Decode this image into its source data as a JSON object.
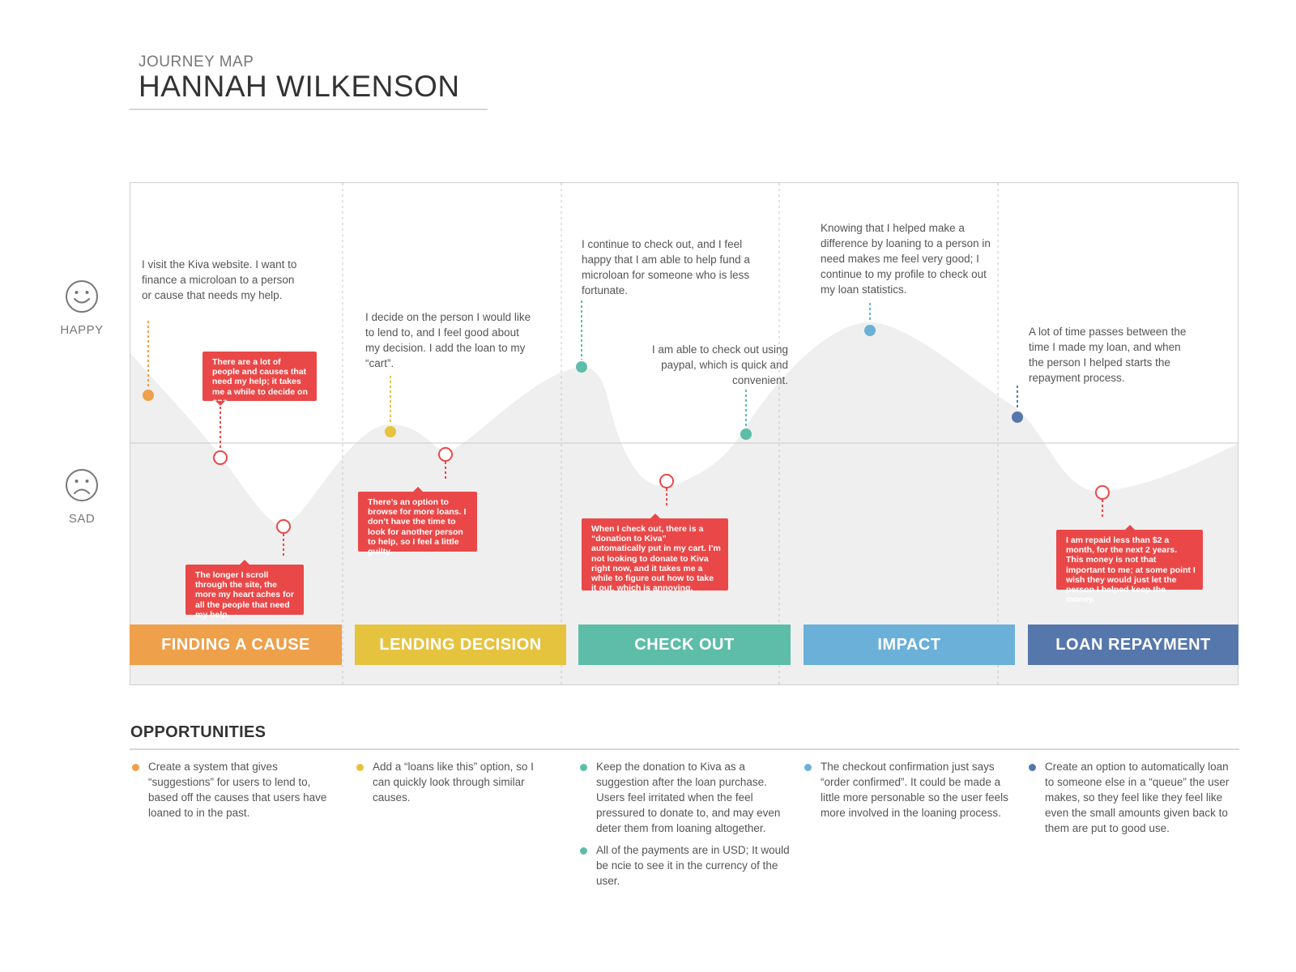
{
  "header": {
    "eyebrow": "JOURNEY MAP",
    "title": "HANNAH WILKENSON"
  },
  "mood": {
    "happy_label": "HAPPY",
    "sad_label": "SAD"
  },
  "colors": {
    "finding": "#eea04a",
    "lending": "#e6c33f",
    "checkout": "#5dbda8",
    "impact": "#6ab0d8",
    "repayment": "#5677ab",
    "pain": "#ea4848",
    "curve": "#efefef"
  },
  "stages": [
    {
      "label": "FINDING A CAUSE",
      "color": "#eea04a"
    },
    {
      "label": "LENDING DECISION",
      "color": "#e6c33f"
    },
    {
      "label": "CHECK OUT",
      "color": "#5dbda8"
    },
    {
      "label": "IMPACT",
      "color": "#6ab0d8"
    },
    {
      "label": "LOAN REPAYMENT",
      "color": "#5677ab"
    }
  ],
  "touchpoints": [
    "I visit the Kiva website. I want to finance a microloan to a person or cause that needs my help.",
    "I decide on the person I would like to lend to, and I feel good about my decision. I add the loan to my “cart”.",
    "I continue to check out, and I feel happy that I am able to help fund a microloan for someone who is less fortunate.",
    "I am able to check out using paypal, which is quick and convenient.",
    "Knowing that I helped make a difference by loaning to a person in need makes me feel very good; I continue to my profile to check out my loan statistics.",
    "A lot of time passes between the time I made my loan, and when the person I helped starts the repayment process."
  ],
  "pain_points": [
    "There are a lot of people and causes that need my  help; it takes me a while to decide on one.",
    "The longer I scroll through the site, the more my heart aches for all the people that need my help.",
    "There’s an option to browse for more loans. I don’t have the time to look for another person to help, so I feel a little guilty.",
    "When I check out, there is a “donation to Kiva”  automatically put in my cart. I’m not looking to donate to Kiva right now, and it takes me a while to figure out how to take it out, which is annoying.",
    "I am repaid less than $2 a month, for the next 2 years. This money is not that important to me; at some point I wish they would just let the person I helped keep the money."
  ],
  "opportunities": {
    "title": "OPPORTUNITIES",
    "columns": [
      {
        "color": "#eea04a",
        "items": [
          "Create a system that gives “suggestions” for users to lend to, based off the causes that users have loaned to in the past."
        ]
      },
      {
        "color": "#e6c33f",
        "items": [
          "Add a “loans like this” option, so I can quickly look through similar causes."
        ]
      },
      {
        "color": "#5dbda8",
        "items": [
          "Keep the donation to Kiva as a suggestion after the loan purchase. Users feel irritated when the feel pressured to donate to, and may even deter them from loaning altogether.",
          "All of the payments are in USD; It would be ncie to see it in the currency of the user."
        ]
      },
      {
        "color": "#6ab0d8",
        "items": [
          "The checkout confirmation just says “order confirmed”. It could be made a little more personable so the user feels more involved in the loaning process."
        ]
      },
      {
        "color": "#5677ab",
        "items": [
          "Create an option to automatically loan to someone else in a “queue” the user makes, so they feel like they feel like even the small amounts given back to them are put to good use."
        ]
      }
    ]
  }
}
